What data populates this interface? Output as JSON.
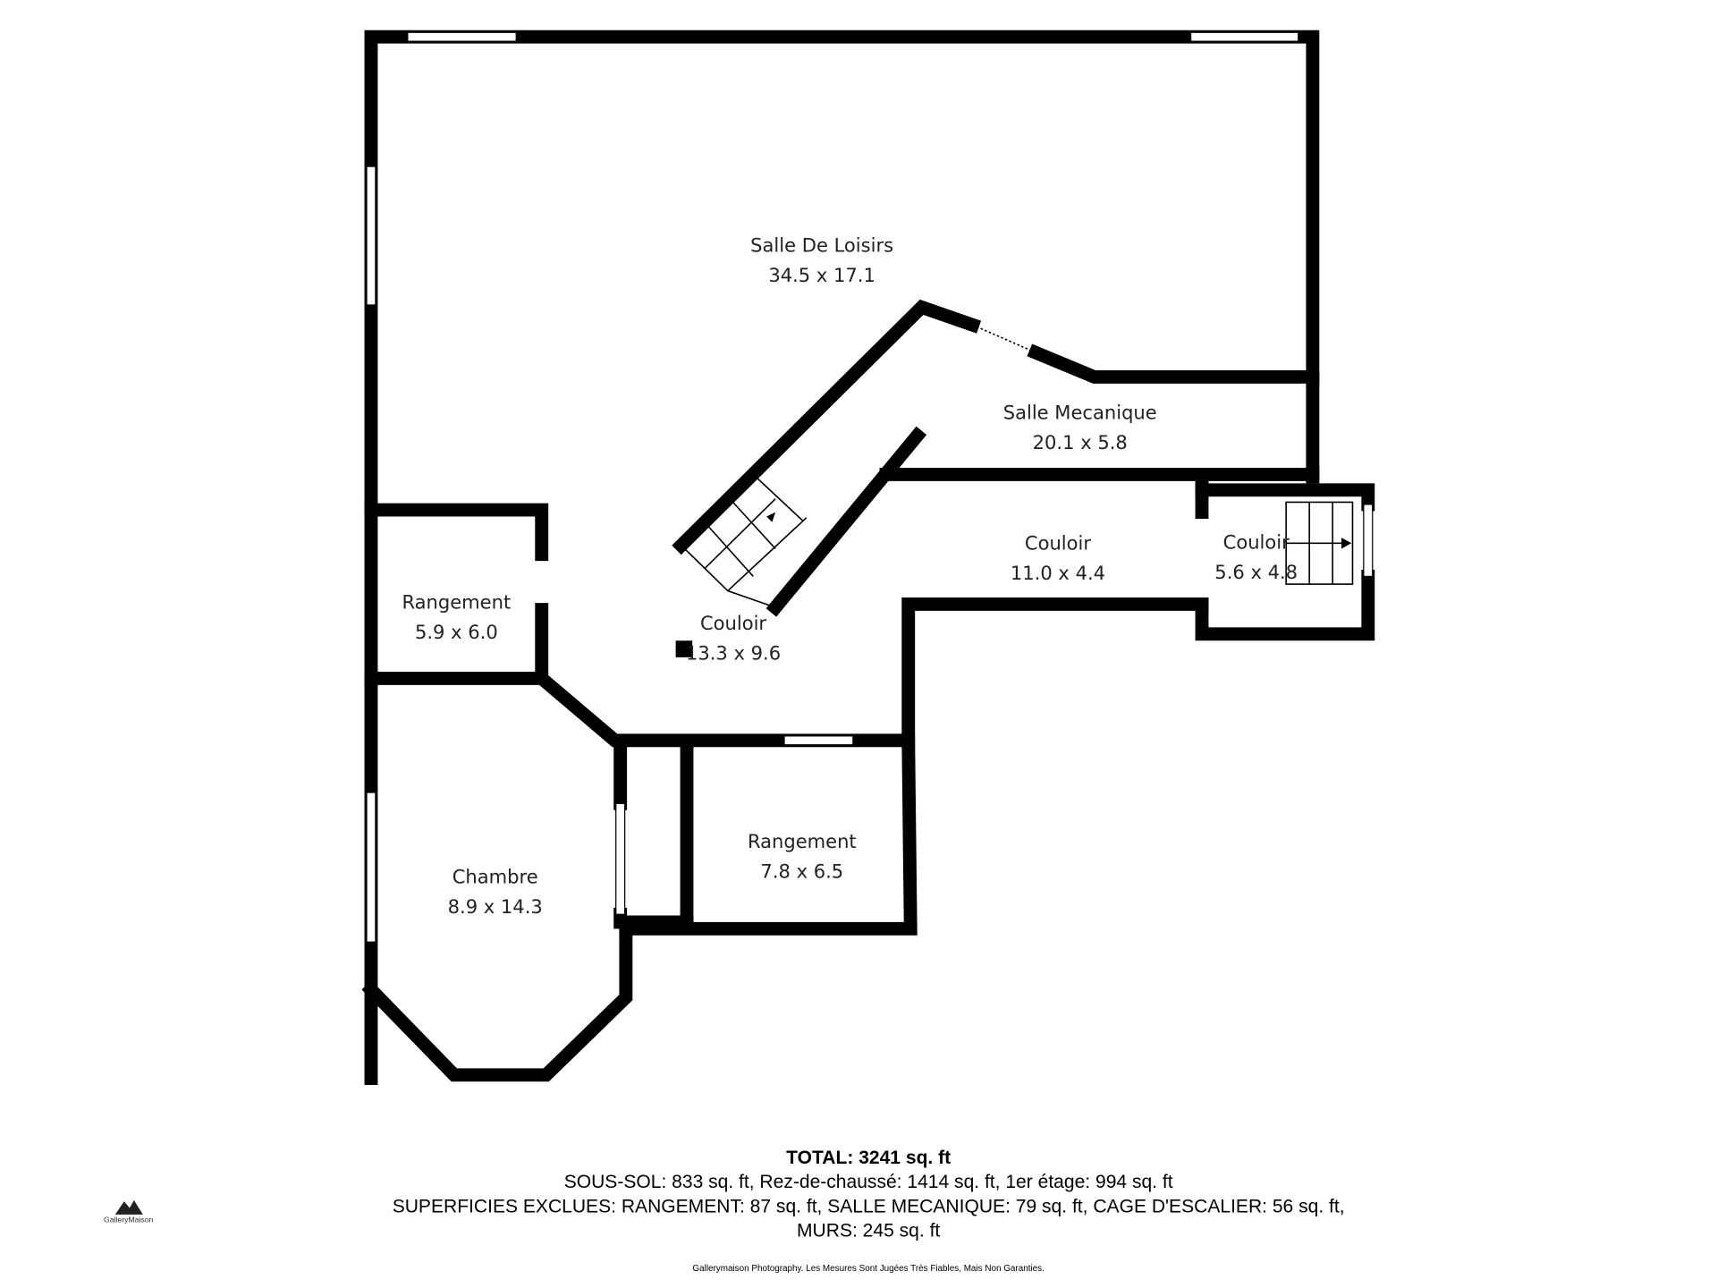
{
  "rooms": [
    {
      "name": "Salle De Loisirs",
      "dims": "34.5 x 17.1"
    },
    {
      "name": "Salle Mecanique",
      "dims": "20.1 x 5.8"
    },
    {
      "name": "Couloir",
      "dims": "11.0 x 4.4"
    },
    {
      "name": "Couloir",
      "dims": "5.6 x 4.8"
    },
    {
      "name": "Rangement",
      "dims": "5.9 x 6.0"
    },
    {
      "name": "Couloir",
      "dims": "13.3 x 9.6"
    },
    {
      "name": "Rangement",
      "dims": "7.8 x 6.5"
    },
    {
      "name": "Chambre",
      "dims": "8.9 x 14.3"
    }
  ],
  "summary": {
    "total": "TOTAL: 3241 sq. ft",
    "levels": "SOUS-SOL: 833 sq. ft, Rez-de-chaussé: 1414 sq. ft, 1er étage: 994 sq. ft",
    "excluded": "SUPERFICIES EXCLUES: RANGEMENT: 87 sq. ft, SALLE MECANIQUE: 79 sq. ft, CAGE D'ESCALIER: 56 sq. ft,",
    "walls": "MURS: 245 sq. ft",
    "disclaimer": "Gallerymaison Photography. Les Mesures Sont Jugées Très Fiables, Mais Non Garanties."
  },
  "logo": {
    "text": "GalleryMaison"
  }
}
